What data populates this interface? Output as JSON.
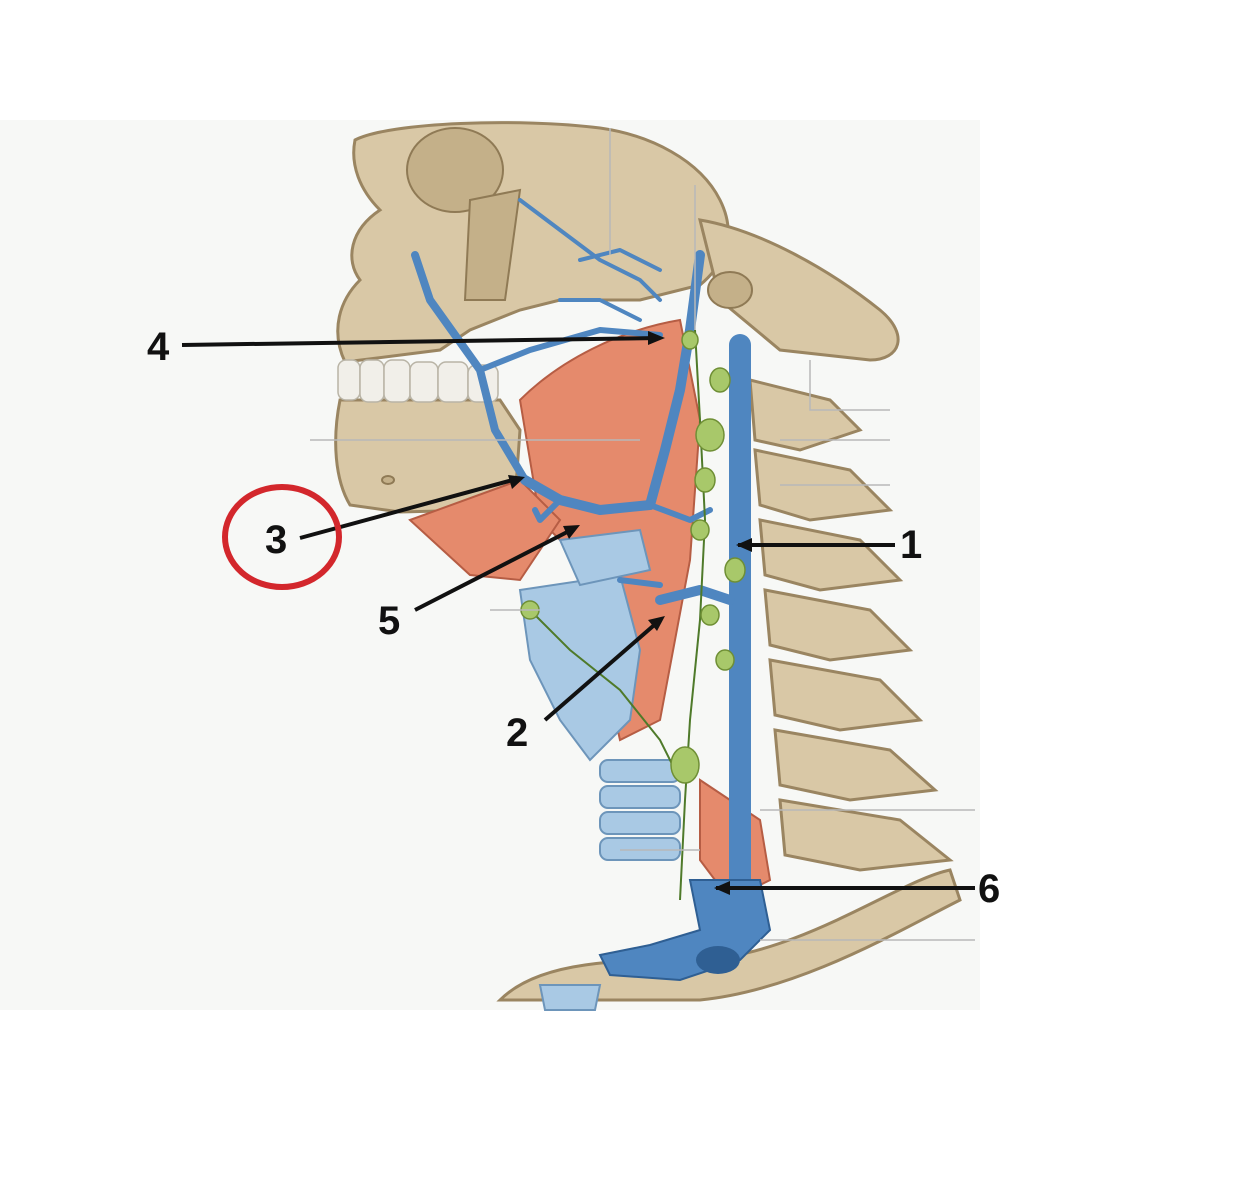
{
  "labels": [
    {
      "id": "1",
      "text": "1"
    },
    {
      "id": "2",
      "text": "2"
    },
    {
      "id": "3",
      "text": "3"
    },
    {
      "id": "4",
      "text": "4"
    },
    {
      "id": "5",
      "text": "5"
    },
    {
      "id": "6",
      "text": "6"
    }
  ],
  "highlight": {
    "label_id": "3",
    "color": "#d3272c"
  },
  "colors": {
    "vein": "#4f86c0",
    "bone": "#d9c8a6",
    "muscle": "#e58a6c",
    "lymph": "#a8c86a",
    "cartilage": "#a9c9e4"
  }
}
